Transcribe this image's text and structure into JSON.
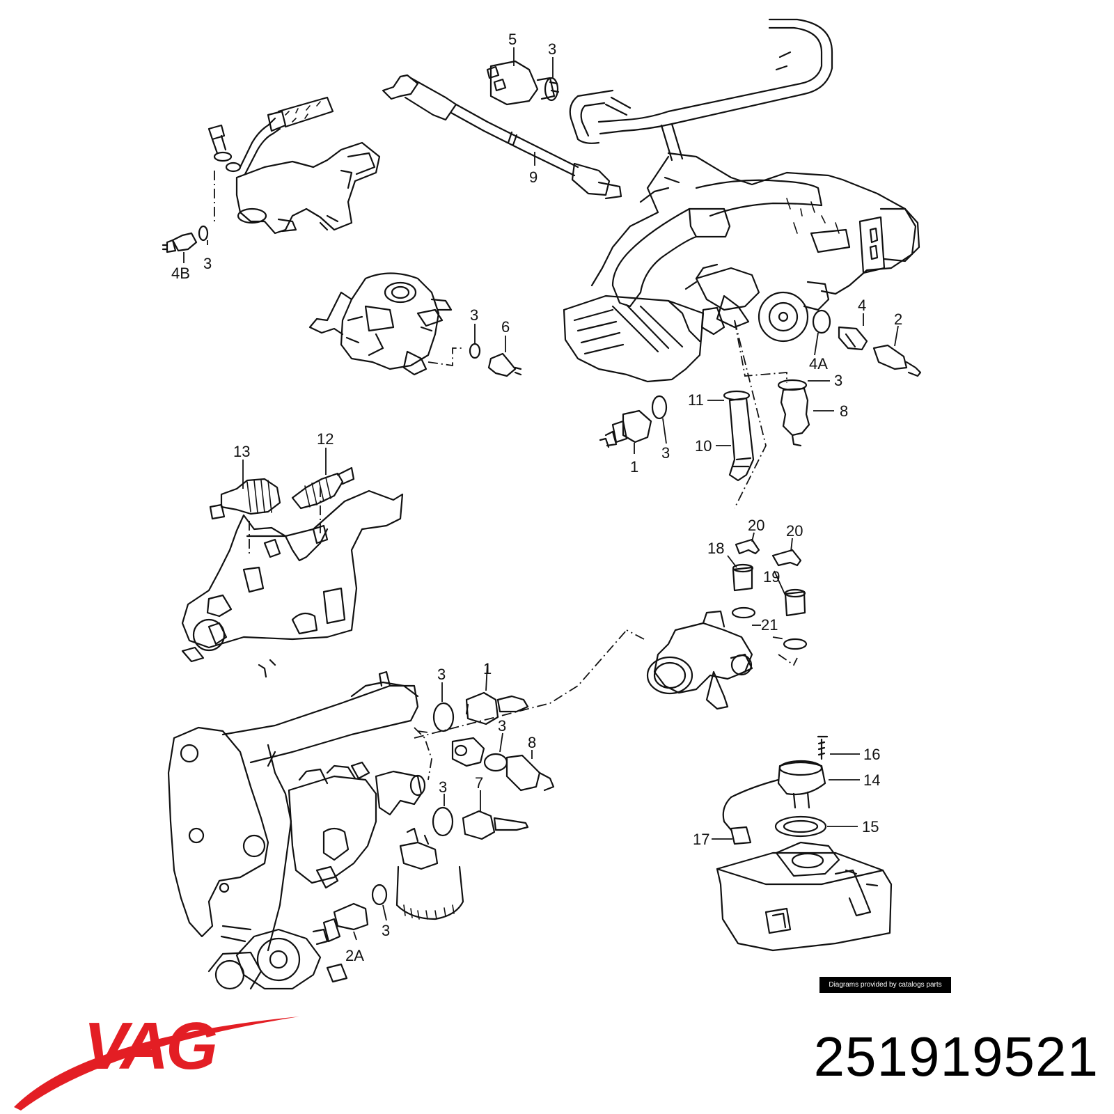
{
  "callouts": [
    {
      "id": "c-5",
      "text": "5"
    },
    {
      "id": "c-3a",
      "text": "3"
    },
    {
      "id": "c-9",
      "text": "9"
    },
    {
      "id": "c-4b",
      "text": "4B"
    },
    {
      "id": "c-3b",
      "text": "3"
    },
    {
      "id": "c-3c",
      "text": "3"
    },
    {
      "id": "c-6",
      "text": "6"
    },
    {
      "id": "c-4",
      "text": "4"
    },
    {
      "id": "c-2",
      "text": "2"
    },
    {
      "id": "c-4a",
      "text": "4A"
    },
    {
      "id": "c-3d",
      "text": "3"
    },
    {
      "id": "c-11",
      "text": "11"
    },
    {
      "id": "c-8a",
      "text": "8"
    },
    {
      "id": "c-10",
      "text": "10"
    },
    {
      "id": "c-1a",
      "text": "1"
    },
    {
      "id": "c-3e",
      "text": "3"
    },
    {
      "id": "c-13",
      "text": "13"
    },
    {
      "id": "c-12",
      "text": "12"
    },
    {
      "id": "c-20a",
      "text": "20"
    },
    {
      "id": "c-20b",
      "text": "20"
    },
    {
      "id": "c-18",
      "text": "18"
    },
    {
      "id": "c-19",
      "text": "19"
    },
    {
      "id": "c-21",
      "text": "21"
    },
    {
      "id": "c-3f",
      "text": "3"
    },
    {
      "id": "c-1b",
      "text": "1"
    },
    {
      "id": "c-3g",
      "text": "3"
    },
    {
      "id": "c-8b",
      "text": "8"
    },
    {
      "id": "c-3h",
      "text": "3"
    },
    {
      "id": "c-7",
      "text": "7"
    },
    {
      "id": "c-3i",
      "text": "3"
    },
    {
      "id": "c-2a",
      "text": "2A"
    },
    {
      "id": "c-16",
      "text": "16"
    },
    {
      "id": "c-14",
      "text": "14"
    },
    {
      "id": "c-15",
      "text": "15"
    },
    {
      "id": "c-17",
      "text": "17"
    }
  ],
  "credit": "Diagrams provided by catalogs parts",
  "brand": {
    "name": "VAG",
    "color": "#e31e24"
  },
  "part_number": "251919521"
}
